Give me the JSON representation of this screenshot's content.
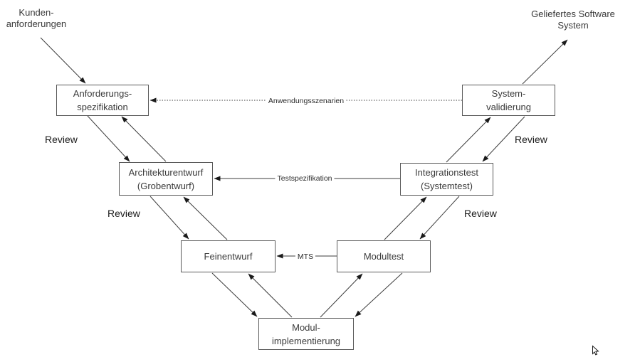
{
  "diagram": {
    "type": "v-model-software-process",
    "nodes": [
      {
        "id": "anforderungsspezifikation",
        "label": "Anforderungs-\nspezifikation"
      },
      {
        "id": "architekturentwurf",
        "label": "Architekturentwurf\n(Grobentwurf)"
      },
      {
        "id": "feinentwurf",
        "label": "Feinentwurf"
      },
      {
        "id": "modulimplementierung",
        "label": "Modul-\nimplementierung"
      },
      {
        "id": "modultest",
        "label": "Modultest"
      },
      {
        "id": "integrationstest",
        "label": "Integrationstest\n(Systemtest)"
      },
      {
        "id": "systemvalidierung",
        "label": "System-\nvalidierung"
      }
    ],
    "external_labels": {
      "input": "Kunden-\nanforderungen",
      "output": "Geliefertes Software\nSystem"
    },
    "edge_labels": {
      "anwendungsszenarien": "Anwendungsszenarien",
      "testspezifikation": "Testspezifikation",
      "mts": "MTS"
    },
    "review_label": "Review",
    "edges": [
      {
        "from": "kundenanforderungen",
        "to": "anforderungsspezifikation",
        "style": "solid-diagonal"
      },
      {
        "from": "anforderungsspezifikation",
        "to": "architekturentwurf",
        "style": "solid-diagonal",
        "note": "Review pair"
      },
      {
        "from": "architekturentwurf",
        "to": "anforderungsspezifikation",
        "style": "solid-diagonal",
        "note": "Review pair"
      },
      {
        "from": "architekturentwurf",
        "to": "feinentwurf",
        "style": "solid-diagonal",
        "note": "Review pair"
      },
      {
        "from": "feinentwurf",
        "to": "architekturentwurf",
        "style": "solid-diagonal",
        "note": "Review pair"
      },
      {
        "from": "feinentwurf",
        "to": "modulimplementierung",
        "style": "solid-diagonal"
      },
      {
        "from": "modulimplementierung",
        "to": "feinentwurf",
        "style": "solid-diagonal"
      },
      {
        "from": "modulimplementierung",
        "to": "modultest",
        "style": "solid-diagonal"
      },
      {
        "from": "modultest",
        "to": "modulimplementierung",
        "style": "solid-diagonal"
      },
      {
        "from": "modultest",
        "to": "integrationstest",
        "style": "solid-diagonal",
        "note": "Review pair"
      },
      {
        "from": "integrationstest",
        "to": "modultest",
        "style": "solid-diagonal",
        "note": "Review pair"
      },
      {
        "from": "integrationstest",
        "to": "systemvalidierung",
        "style": "solid-diagonal",
        "note": "Review pair"
      },
      {
        "from": "systemvalidierung",
        "to": "integrationstest",
        "style": "solid-diagonal",
        "note": "Review pair"
      },
      {
        "from": "systemvalidierung",
        "to": "geliefertes-software-system",
        "style": "solid-diagonal"
      },
      {
        "from": "systemvalidierung",
        "to": "anforderungsspezifikation",
        "style": "dotted-horizontal",
        "label": "Anwendungsszenarien"
      },
      {
        "from": "integrationstest",
        "to": "architekturentwurf",
        "style": "solid-horizontal",
        "label": "Testspezifikation"
      },
      {
        "from": "modultest",
        "to": "feinentwurf",
        "style": "solid-horizontal",
        "label": "MTS"
      }
    ],
    "colors": {
      "line": "#3d3d3d",
      "arrowhead": "#1a1a1a",
      "box_border": "#595959",
      "text": "#3a3a3a",
      "background": "#ffffff"
    }
  }
}
